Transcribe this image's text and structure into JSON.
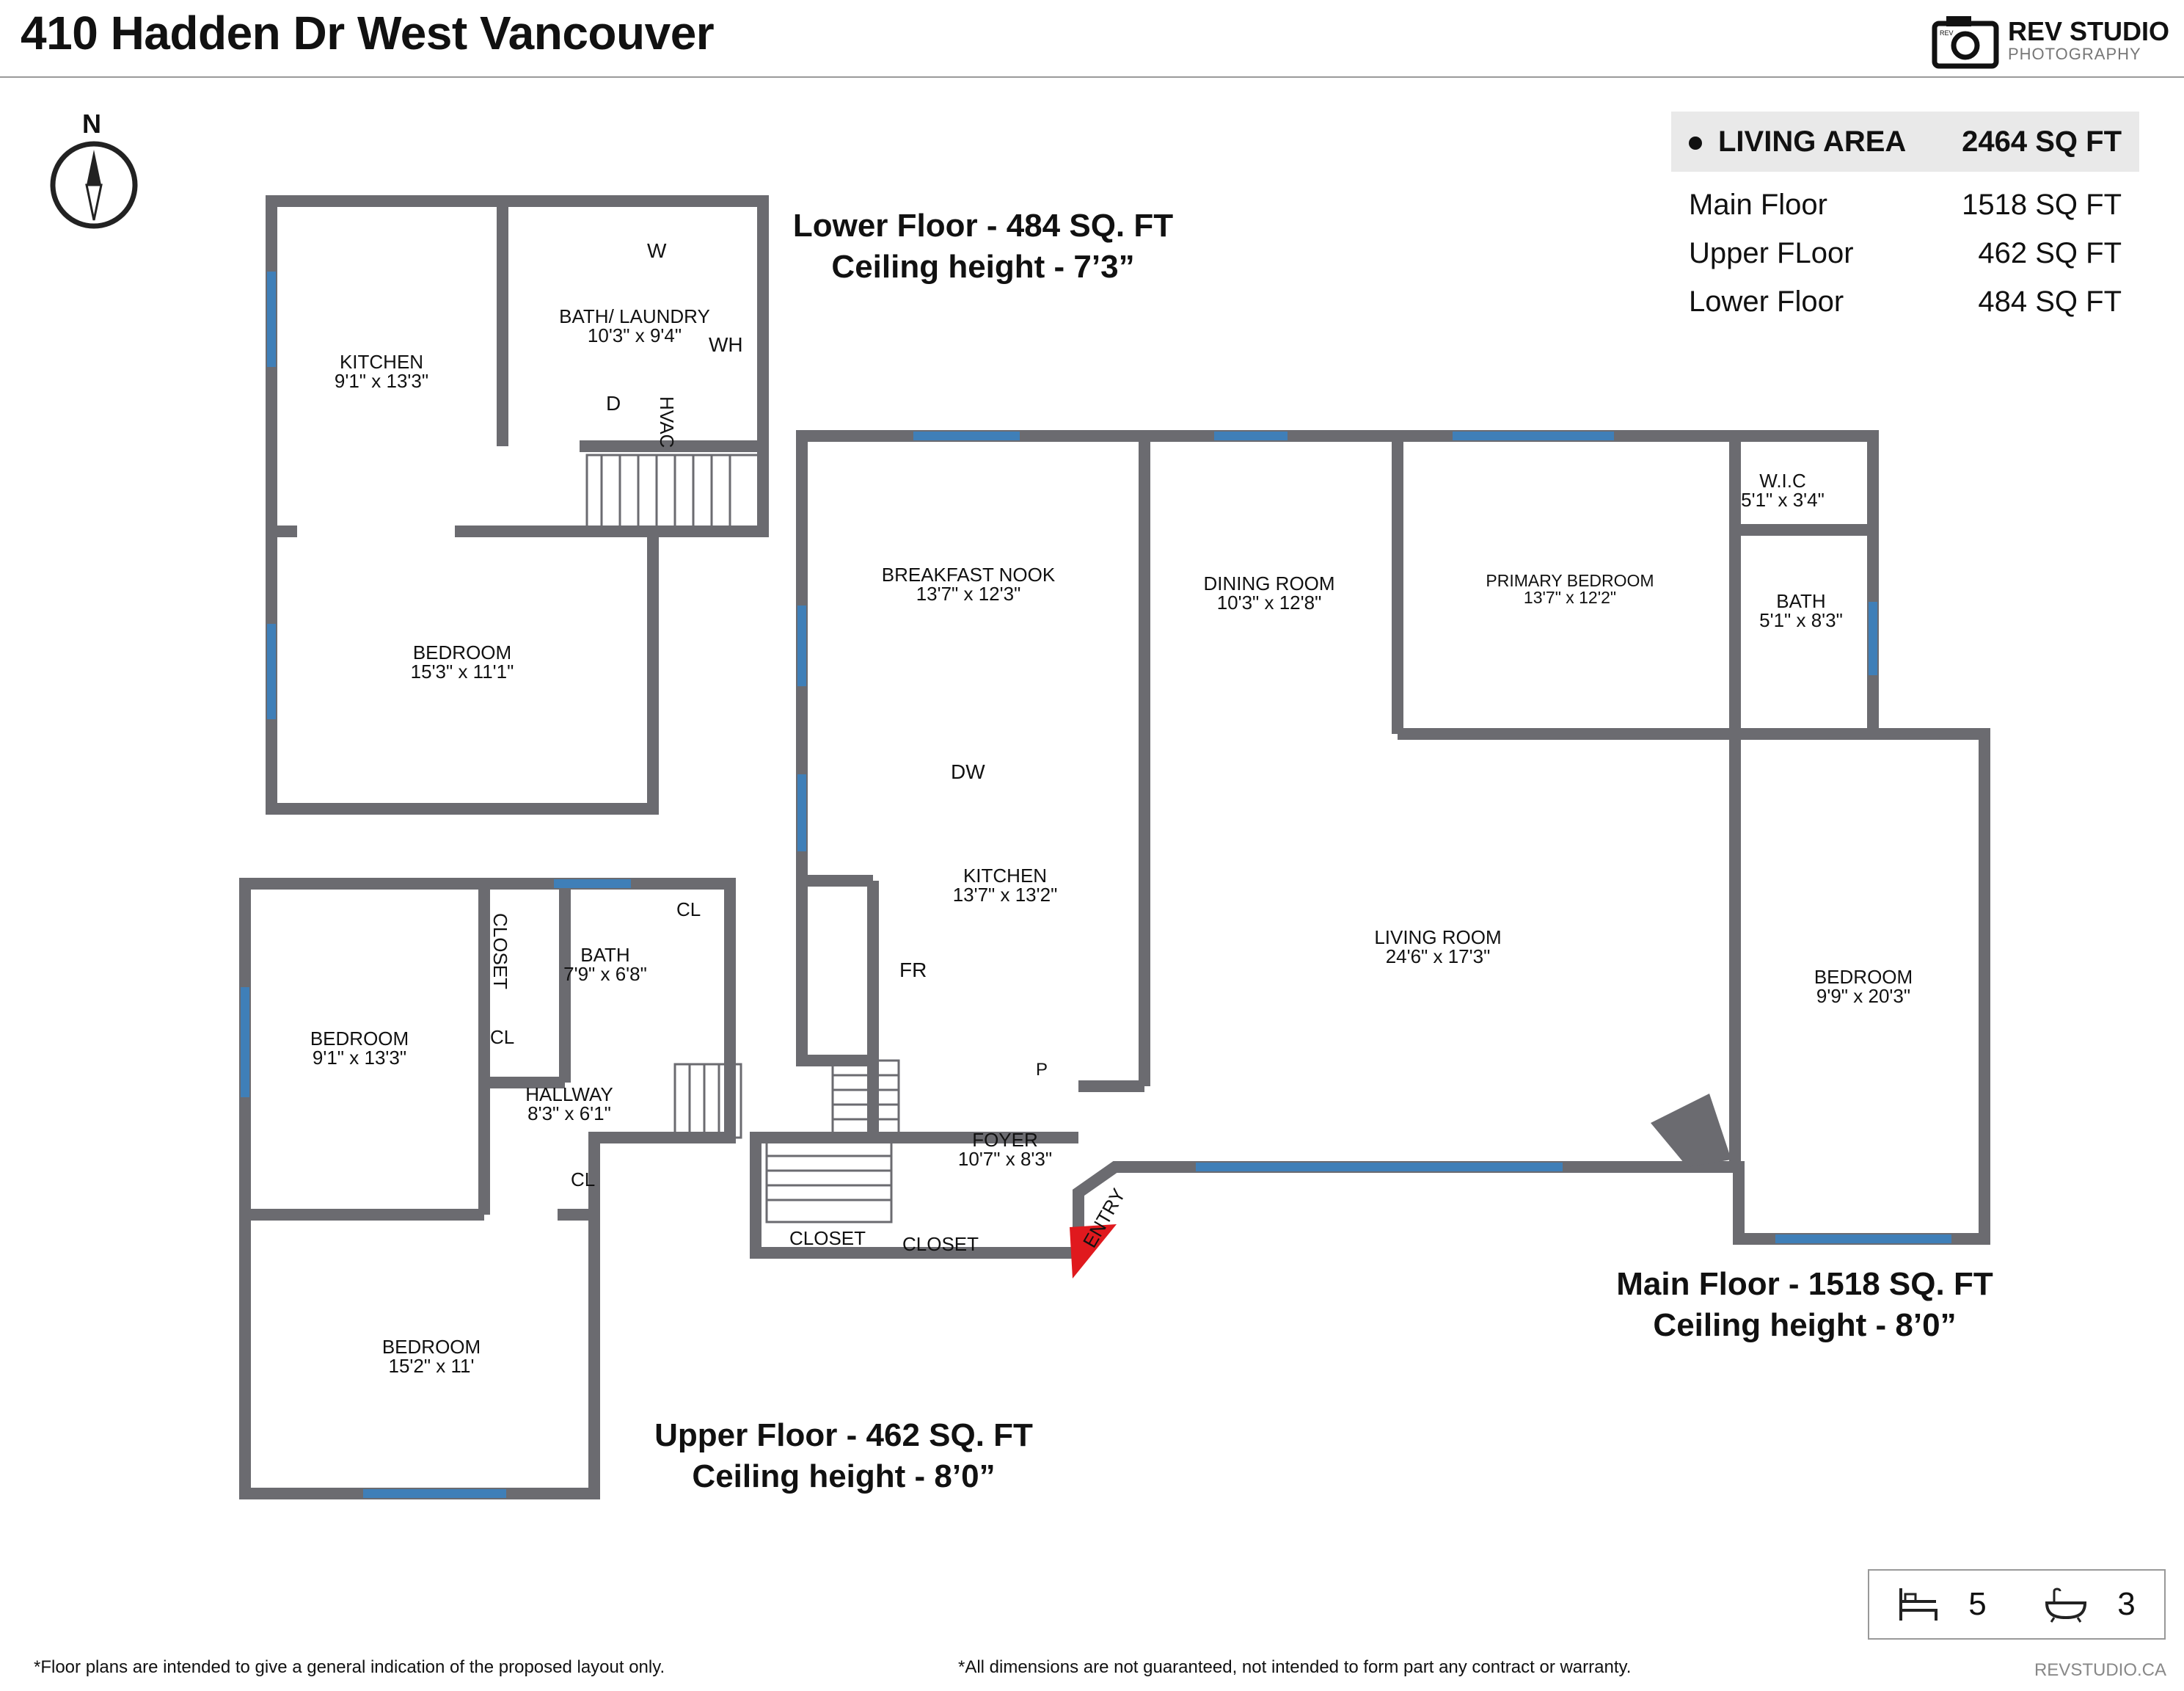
{
  "header": {
    "title": "410 Hadden Dr West Vancouver",
    "brand_name": "REV STUDIO",
    "brand_sub": "PHOTOGRAPHY",
    "camera_badge": "REV"
  },
  "compass": {
    "label": "N"
  },
  "living_area": {
    "label": "LIVING AREA",
    "total": "2464 SQ FT",
    "rows": [
      {
        "name": "Main Floor",
        "value": "1518 SQ FT"
      },
      {
        "name": "Upper FLoor",
        "value": "462 SQ FT"
      },
      {
        "name": "Lower Floor",
        "value": "484 SQ FT"
      }
    ]
  },
  "floors": {
    "lower": {
      "line1": "Lower Floor - 484 SQ. FT",
      "line2": "Ceiling height - 7’3”"
    },
    "main": {
      "line1": "Main Floor - 1518 SQ. FT",
      "line2": "Ceiling height - 8’0”"
    },
    "upper": {
      "line1": "Upper Floor - 462 SQ. FT",
      "line2": "Ceiling height - 8’0”"
    }
  },
  "rooms": {
    "lower_kitchen": {
      "name": "KITCHEN",
      "dim": "9'1\" x 13'3\""
    },
    "lower_bath": {
      "name": "BATH/ LAUNDRY",
      "dim": "10'3\" x 9'4\""
    },
    "lower_bedroom": {
      "name": "BEDROOM",
      "dim": "15'3\" x 11'1\""
    },
    "breakfast_nook": {
      "name": "BREAKFAST NOOK",
      "dim": "13'7\" x 12'3\""
    },
    "dining_room": {
      "name": "DINING ROOM",
      "dim": "10'3\" x 12'8\""
    },
    "primary_bedroom": {
      "name": "PRIMARY BEDROOM",
      "dim": "13'7\" x 12'2\""
    },
    "wic": {
      "name": "W.I.C",
      "dim": "5'1\" x 3'4\""
    },
    "main_bath": {
      "name": "BATH",
      "dim": "5'1\" x 8'3\""
    },
    "main_kitchen": {
      "name": "KITCHEN",
      "dim": "13'7\" x 13'2\""
    },
    "living_room": {
      "name": "LIVING ROOM",
      "dim": "24'6\" x 17'3\""
    },
    "main_bedroom": {
      "name": "BEDROOM",
      "dim": "9'9\" x 20'3\""
    },
    "foyer": {
      "name": "FOYER",
      "dim": "10'7\" x 8'3\""
    },
    "upper_bedroom1": {
      "name": "BEDROOM",
      "dim": "9'1\" x 13'3\""
    },
    "upper_bath": {
      "name": "BATH",
      "dim": "7'9\" x 6'8\""
    },
    "hallway": {
      "name": "HALLWAY",
      "dim": "8'3\" x 6'1\""
    },
    "upper_bedroom2": {
      "name": "BEDROOM",
      "dim": "15'2\" x 11'"
    }
  },
  "fixtures": {
    "washer": "W",
    "water_heater": "WH",
    "dryer": "D",
    "hvac": "HVAC",
    "dishwasher": "DW",
    "fridge": "FR",
    "pantry": "P",
    "closet": "CLOSET",
    "closet2": "CLOSET",
    "upper_closet": "CLOSET",
    "cl1": "CL",
    "cl2": "CL",
    "cl3": "CL",
    "entry": "ENTRY"
  },
  "summary": {
    "bedrooms": "5",
    "bathrooms": "3",
    "bed_icon": "bed-icon",
    "bath_icon": "bathtub-icon"
  },
  "footer": {
    "disclaimer_left": "*Floor plans are intended to give a general indication of the proposed layout only.",
    "disclaimer_right": "*All dimensions are not guaranteed, not intended to form part any contract or warranty.",
    "website": "REVSTUDIO.CA"
  },
  "colors": {
    "wall": "#6b6b70",
    "window": "#3f7fb8",
    "entry_marker": "#e0191e"
  }
}
